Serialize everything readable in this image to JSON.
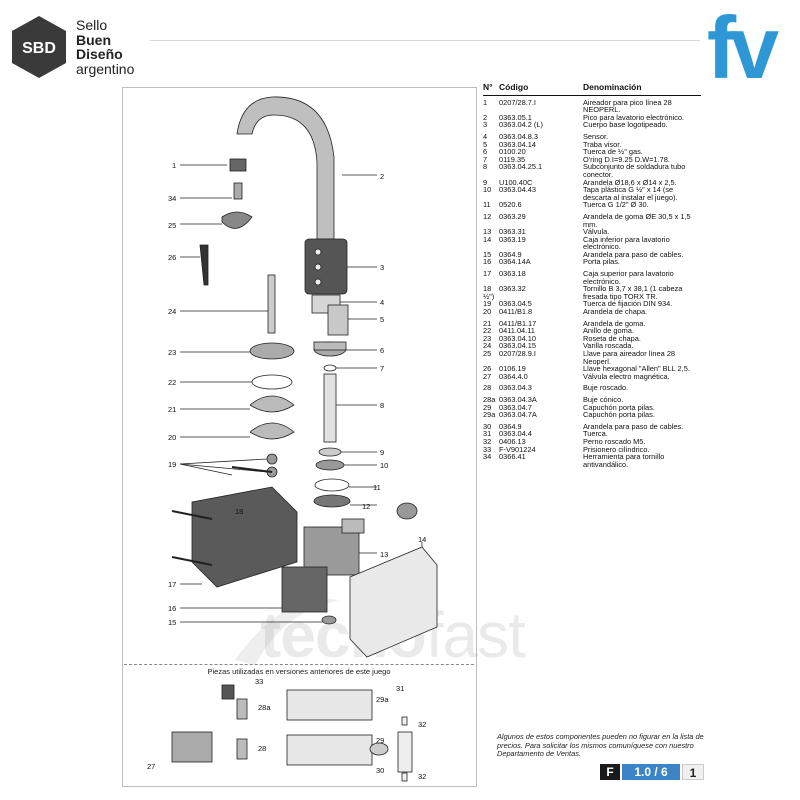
{
  "brand": {
    "badge": "SBD",
    "line1": "Sello",
    "line2": "Buen",
    "line3": "Diseño",
    "line4": "argentino",
    "fv_logo": "fv"
  },
  "diagram": {
    "old_versions_caption": "Piezas utilizadas en versiones anteriores de este juego",
    "callouts": [
      "1",
      "2",
      "3",
      "4",
      "5",
      "6",
      "7",
      "8",
      "9",
      "10",
      "11",
      "12",
      "13",
      "14",
      "15",
      "16",
      "17",
      "18",
      "19",
      "20",
      "21",
      "22",
      "23",
      "24",
      "25",
      "26",
      "27",
      "28",
      "28a",
      "29",
      "29a",
      "30",
      "31",
      "32",
      "32",
      "33",
      "34"
    ]
  },
  "table": {
    "headers": {
      "num": "N°",
      "code": "Código",
      "name": "Denominación"
    },
    "rows": [
      {
        "n": "1",
        "c": "0207/28.7.I",
        "d": "Aireador para pico línea 28 NEOPERL."
      },
      {
        "n": "2",
        "c": "0363.05.1",
        "d": "Pico para lavatorio electrónico."
      },
      {
        "n": "3",
        "c": "0363.04.2 (L)",
        "d": "Cuerpo base logotipeado."
      },
      {
        "n": "4",
        "c": "0363.04.8.3",
        "d": "Sensor."
      },
      {
        "n": "5",
        "c": "0363.04.14",
        "d": "Traba visor."
      },
      {
        "n": "6",
        "c": "0100.20",
        "d": "Tuerca de ½\" gas."
      },
      {
        "n": "7",
        "c": "0119.35",
        "d": "O'ring D.I=9.25 D.W=1.78."
      },
      {
        "n": "8",
        "c": "0363.04.25.1",
        "d": "Subconjunto de soldadura tubo conector."
      },
      {
        "n": "9",
        "c": "U100.40C",
        "d": "Arandela Ø18,6 x Ø14 x 2,5."
      },
      {
        "n": "10",
        "c": "0363.04.43",
        "d": "Tapa plástica G ½\" x 14 (se descarta al instalar el juego)."
      },
      {
        "n": "11",
        "c": "0520.6",
        "d": "Tuerca G 1/2\" Ø 30."
      },
      {
        "n": "12",
        "c": "0363.29",
        "d": "Arandela de goma ØE 30,5 x 1,5 mm."
      },
      {
        "n": "13",
        "c": "0363.31",
        "d": "Válvula."
      },
      {
        "n": "14",
        "c": "0363.19",
        "d": "Caja inferior para lavatorio electrónico."
      },
      {
        "n": "15",
        "c": "0364.9",
        "d": "Arandela para paso de cables."
      },
      {
        "n": "16",
        "c": "0364.14A",
        "d": "Porta pilas."
      },
      {
        "n": "17",
        "c": "0363.18",
        "d": "Caja superior para lavatorio electrónico."
      },
      {
        "n": "18 ½\")",
        "c": "0363.32",
        "d": "Tornillo B 3,7 x 38,1 (1 cabeza fresada tipo TORX TR."
      },
      {
        "n": "19",
        "c": "0363.04.5",
        "d": "Tuerca de fijación DIN 934."
      },
      {
        "n": "20",
        "c": "0411/B1.8",
        "d": "Arandela de chapa."
      },
      {
        "n": "21",
        "c": "0411/B1.17",
        "d": "Arandela de goma."
      },
      {
        "n": "22",
        "c": "0411.04.11",
        "d": "Anillo de goma."
      },
      {
        "n": "23",
        "c": "0363.04.10",
        "d": "Roseta de chapa."
      },
      {
        "n": "24",
        "c": "0363.04.15",
        "d": "Varilla roscada."
      },
      {
        "n": "25",
        "c": "0207/28.9.I",
        "d": "Llave para aireador línea 28 Neoperl."
      },
      {
        "n": "26",
        "c": "0106.19",
        "d": "Llave hexagonal \"Allen\" BLL 2,5."
      },
      {
        "n": "27",
        "c": "0364.4.0",
        "d": "Válvula electro magnética."
      },
      {
        "n": "28",
        "c": "0363.04.3",
        "d": "Buje roscado."
      },
      {
        "n": "28a",
        "c": "0363.04.3A",
        "d": "Buje cónico."
      },
      {
        "n": "29",
        "c": "0363.04.7",
        "d": "Capuchón porta pilas."
      },
      {
        "n": "29a",
        "c": "0363.04.7A",
        "d": "Capuchón porta pilas."
      },
      {
        "n": "30",
        "c": "0364.9",
        "d": "Arandela para paso de cables."
      },
      {
        "n": "31",
        "c": "0363.04.4",
        "d": "Tuerca."
      },
      {
        "n": "32",
        "c": "0406.13",
        "d": "Perno roscado M5."
      },
      {
        "n": "33",
        "c": "F-V901224",
        "d": "Prisionero cilíndrico."
      },
      {
        "n": "34",
        "c": "0366.41",
        "d": "Herramienta para tornillo antivandálico."
      }
    ],
    "footnote": "Algunos de estos componentes pueden no figurar en la lista de precios. Para solicitar los mismos comuníquese con nuestro Departamento de Ventas."
  },
  "page_tag": {
    "letter": "F",
    "page": "1.0 / 6",
    "sheet": "1"
  },
  "watermark": {
    "bold": "tecno",
    "light": "fast"
  },
  "colors": {
    "fv_blue": "#2e98d6",
    "tag_blue": "#3d84c6",
    "sbd_dark": "#3a3a3a"
  }
}
